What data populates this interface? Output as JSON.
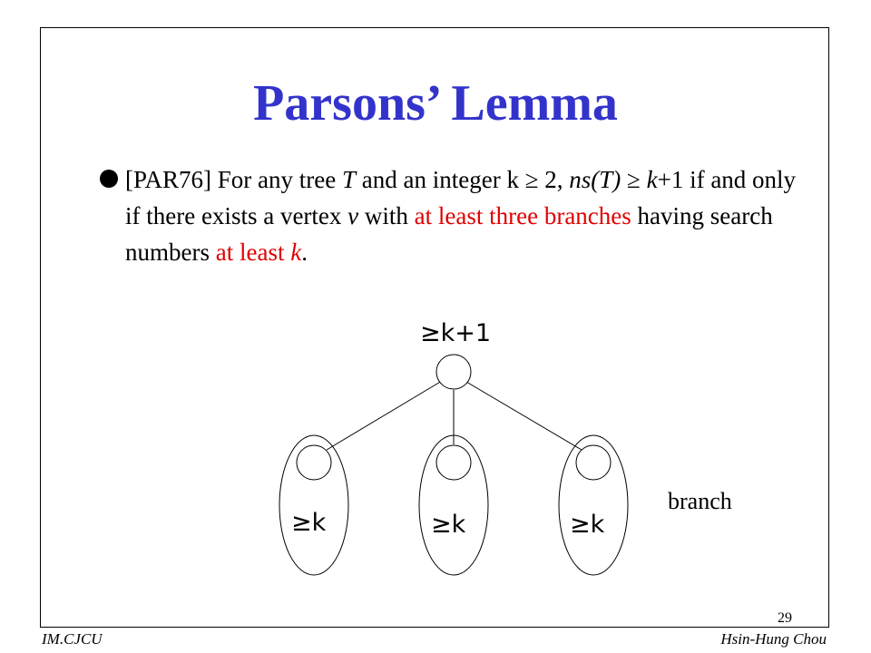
{
  "slide": {
    "title": "Parsons’ Lemma",
    "bullet_plain_1": "[PAR76] For any tree ",
    "bullet_T": "T",
    "bullet_plain_2": " and an integer k ≥ 2, ",
    "bullet_ns": "ns(T)",
    "bullet_plain_3": " ≥ ",
    "bullet_k1": "k",
    "bullet_plain_4": "+1 if and only if there exists a vertex ",
    "bullet_v": "v",
    "bullet_plain_5": " with ",
    "bullet_red_1": "at least three branches",
    "bullet_plain_6": " having search numbers ",
    "bullet_red_2": "at least ",
    "bullet_red_k": "k",
    "bullet_end": "."
  },
  "diagram": {
    "root_label": "≥k+1",
    "branch_labels": [
      "≥k",
      "≥k",
      "≥k"
    ],
    "branch_caption": "branch"
  },
  "footer": {
    "page_number": "29",
    "left": "IM.CJCU",
    "right": "Hsin-Hung Chou"
  }
}
